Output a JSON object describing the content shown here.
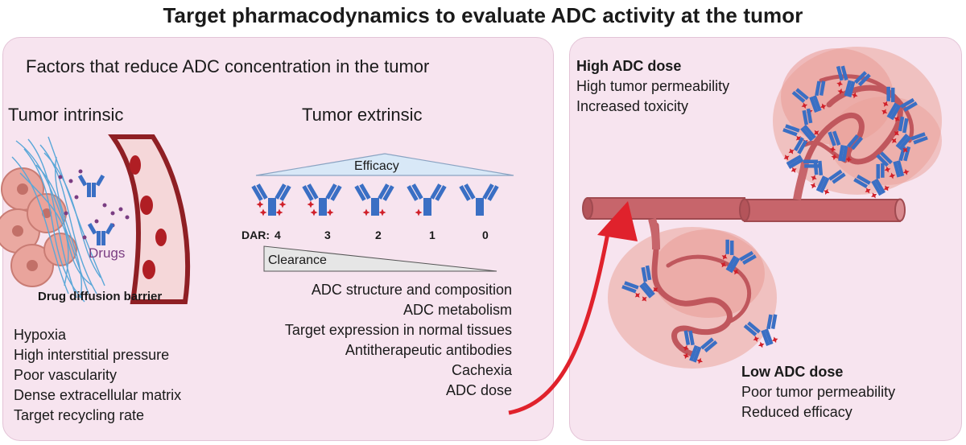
{
  "title": "Target pharmacodynamics to evaluate ADC activity at the tumor",
  "left_panel": {
    "heading": "Factors that reduce ADC concentration in the tumor",
    "intrinsic": {
      "heading": "Tumor intrinsic",
      "drugs_label": "Drugs",
      "barrier_label": "Drug diffusion barrier",
      "factors": [
        "Hypoxia",
        "High interstitial pressure",
        "Poor vascularity",
        "Dense extracellular matrix",
        "Target recycling rate"
      ]
    },
    "extrinsic": {
      "heading": "Tumor extrinsic",
      "efficacy_label": "Efficacy",
      "clearance_label": "Clearance",
      "dar_label": "DAR:",
      "dar_values": [
        "4",
        "3",
        "2",
        "1",
        "0"
      ],
      "factors": [
        "ADC structure and composition",
        "ADC metabolism",
        "Target expression in normal tissues",
        "Antitherapeutic antibodies",
        "Cachexia",
        "ADC dose"
      ]
    }
  },
  "right_panel": {
    "high_dose": {
      "title": "High ADC dose",
      "lines": [
        "High tumor permeability",
        "Increased toxicity"
      ]
    },
    "low_dose": {
      "title": "Low ADC dose",
      "lines": [
        "Poor tumor permeability",
        "Reduced efficacy"
      ]
    }
  },
  "colors": {
    "panel_bg": "#f7e4ef",
    "antibody_blue": "#3a6fc4",
    "payload_red": "#d0202a",
    "vessel": "#c9646a",
    "tumor": "#eaa6a2",
    "arrow": "#e0222c"
  }
}
